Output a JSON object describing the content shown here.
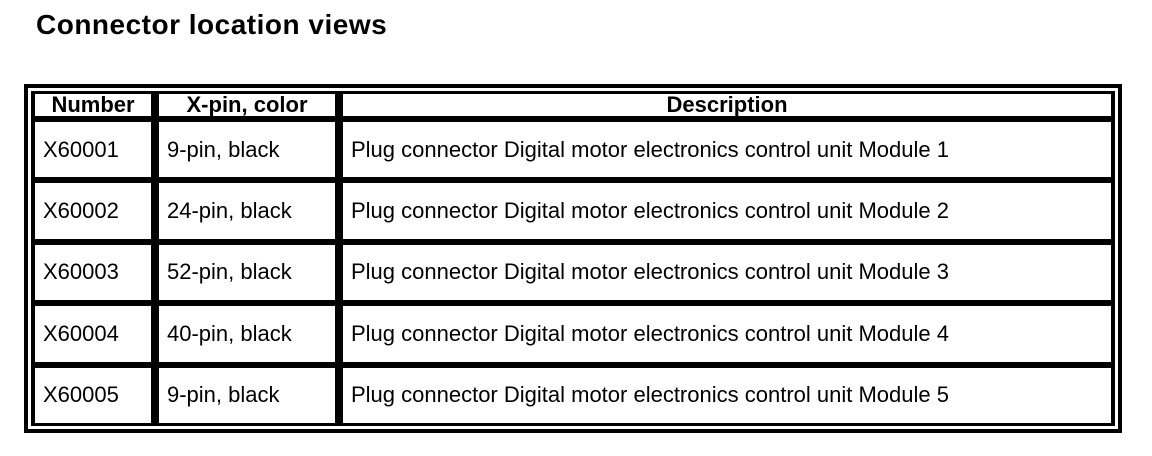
{
  "page": {
    "title": "Connector location views"
  },
  "colors": {
    "background": "#ffffff",
    "text": "#000000",
    "border": "#000000"
  },
  "table": {
    "columns": [
      {
        "label": "Number"
      },
      {
        "label": "X-pin, color"
      },
      {
        "label": "Description"
      }
    ],
    "rows": [
      {
        "number": "X60001",
        "pin_color": "9-pin, black",
        "description": "Plug connector Digital motor electronics control unit Module 1"
      },
      {
        "number": "X60002",
        "pin_color": "24-pin, black",
        "description": "Plug connector Digital motor electronics control unit Module 2"
      },
      {
        "number": "X60003",
        "pin_color": "52-pin, black",
        "description": "Plug connector Digital motor electronics control unit Module 3"
      },
      {
        "number": "X60004",
        "pin_color": "40-pin, black",
        "description": "Plug connector Digital motor electronics control unit Module 4"
      },
      {
        "number": "X60005",
        "pin_color": "9-pin, black",
        "description": "Plug connector Digital motor electronics control unit Module 5"
      }
    ]
  }
}
